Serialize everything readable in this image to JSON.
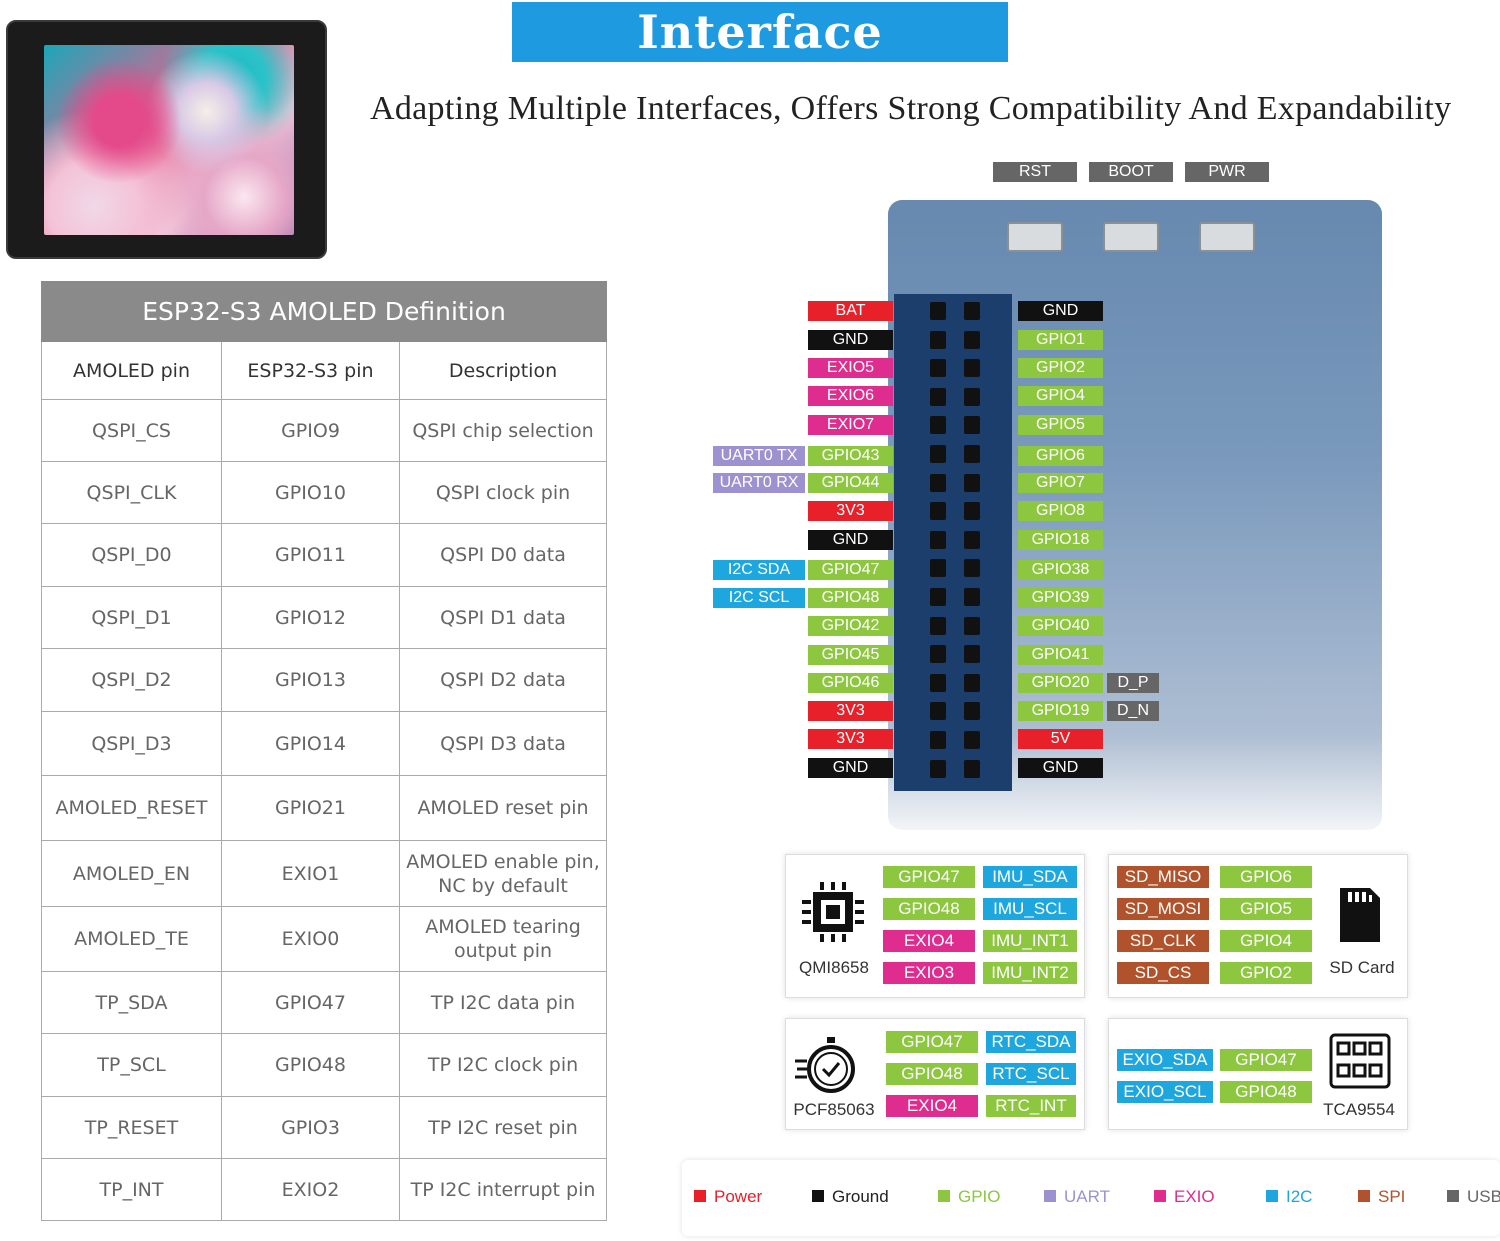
{
  "title": "Interface Definition",
  "subtitle": "Adapting Multiple Interfaces, Offers Strong Compatibility And Expandability",
  "colors": {
    "Power": "#e8202a",
    "Ground": "#111111",
    "GPIO": "#8dc63f",
    "UART": "#9d92cf",
    "EXIO": "#de2d8f",
    "I2C": "#1ea7df",
    "SPI": "#b0522b",
    "USB": "#666666",
    "header": "#8a8a8a",
    "title_bg": "#1e9be0"
  },
  "table": {
    "caption": "ESP32-S3 AMOLED Definition",
    "headers": [
      "AMOLED pin",
      "ESP32-S3 pin",
      "Description"
    ],
    "rows": [
      [
        "QSPI_CS",
        "GPIO9",
        "QSPI chip selection"
      ],
      [
        "QSPI_CLK",
        "GPIO10",
        "QSPI clock pin"
      ],
      [
        "QSPI_D0",
        "GPIO11",
        "QSPI D0 data"
      ],
      [
        "QSPI_D1",
        "GPIO12",
        "QSPI D1 data"
      ],
      [
        "QSPI_D2",
        "GPIO13",
        "QSPI D2 data"
      ],
      [
        "QSPI_D3",
        "GPIO14",
        "QSPI D3 data"
      ],
      [
        "AMOLED_RESET",
        "GPIO21",
        "AMOLED reset pin"
      ],
      [
        "AMOLED_EN",
        "EXIO1",
        "AMOLED enable pin, NC by default"
      ],
      [
        "AMOLED_TE",
        "EXIO0",
        "AMOLED tearing output pin"
      ],
      [
        "TP_SDA",
        "GPIO47",
        "TP I2C data pin"
      ],
      [
        "TP_SCL",
        "GPIO48",
        "TP I2C clock pin"
      ],
      [
        "TP_RESET",
        "GPIO3",
        "TP I2C reset pin"
      ],
      [
        "TP_INT",
        "EXIO2",
        "TP I2C interrupt pin"
      ]
    ]
  },
  "buttons": [
    "RST",
    "BOOT",
    "PWR"
  ],
  "left_pins": [
    {
      "label": "BAT",
      "type": "Power"
    },
    {
      "label": "GND",
      "type": "Ground"
    },
    {
      "label": "EXIO5",
      "type": "EXIO"
    },
    {
      "label": "EXIO6",
      "type": "EXIO"
    },
    {
      "label": "EXIO7",
      "type": "EXIO"
    },
    {
      "label": "GPIO43",
      "type": "GPIO",
      "extra": "UART0 TX",
      "extra_type": "UART"
    },
    {
      "label": "GPIO44",
      "type": "GPIO",
      "extra": "UART0 RX",
      "extra_type": "UART"
    },
    {
      "label": "3V3",
      "type": "Power"
    },
    {
      "label": "GND",
      "type": "Ground"
    },
    {
      "label": "GPIO47",
      "type": "GPIO",
      "extra": "I2C SDA",
      "extra_type": "I2C"
    },
    {
      "label": "GPIO48",
      "type": "GPIO",
      "extra": "I2C SCL",
      "extra_type": "I2C"
    },
    {
      "label": "GPIO42",
      "type": "GPIO"
    },
    {
      "label": "GPIO45",
      "type": "GPIO"
    },
    {
      "label": "GPIO46",
      "type": "GPIO"
    },
    {
      "label": "3V3",
      "type": "Power"
    },
    {
      "label": "3V3",
      "type": "Power"
    },
    {
      "label": "GND",
      "type": "Ground"
    }
  ],
  "right_pins": [
    {
      "label": "GND",
      "type": "Ground"
    },
    {
      "label": "GPIO1",
      "type": "GPIO"
    },
    {
      "label": "GPIO2",
      "type": "GPIO"
    },
    {
      "label": "GPIO4",
      "type": "GPIO"
    },
    {
      "label": "GPIO5",
      "type": "GPIO"
    },
    {
      "label": "GPIO6",
      "type": "GPIO"
    },
    {
      "label": "GPIO7",
      "type": "GPIO"
    },
    {
      "label": "GPIO8",
      "type": "GPIO"
    },
    {
      "label": "GPIO18",
      "type": "GPIO"
    },
    {
      "label": "GPIO38",
      "type": "GPIO"
    },
    {
      "label": "GPIO39",
      "type": "GPIO"
    },
    {
      "label": "GPIO40",
      "type": "GPIO"
    },
    {
      "label": "GPIO41",
      "type": "GPIO"
    },
    {
      "label": "GPIO20",
      "type": "GPIO",
      "extra": "D_P",
      "extra_type": "USB"
    },
    {
      "label": "GPIO19",
      "type": "GPIO",
      "extra": "D_N",
      "extra_type": "USB"
    },
    {
      "label": "5V",
      "type": "Power"
    },
    {
      "label": "GND",
      "type": "Ground"
    }
  ],
  "chips": {
    "qmi": {
      "name": "QMI8658",
      "rows": [
        [
          "GPIO47",
          "IMU_SDA"
        ],
        [
          "GPIO48",
          "IMU_SCL"
        ],
        [
          "EXIO4",
          "IMU_INT1"
        ],
        [
          "EXIO3",
          "IMU_INT2"
        ]
      ],
      "types": [
        [
          "GPIO",
          "I2C"
        ],
        [
          "GPIO",
          "I2C"
        ],
        [
          "EXIO",
          "GPIO"
        ],
        [
          "EXIO",
          "GPIO"
        ]
      ]
    },
    "sd": {
      "name": "SD Card",
      "rows": [
        [
          "SD_MISO",
          "GPIO6"
        ],
        [
          "SD_MOSI",
          "GPIO5"
        ],
        [
          "SD_CLK",
          "GPIO4"
        ],
        [
          "SD_CS",
          "GPIO2"
        ]
      ],
      "types": [
        [
          "SPI",
          "GPIO"
        ],
        [
          "SPI",
          "GPIO"
        ],
        [
          "SPI",
          "GPIO"
        ],
        [
          "SPI",
          "GPIO"
        ]
      ]
    },
    "rtc": {
      "name": "PCF85063",
      "rows": [
        [
          "GPIO47",
          "RTC_SDA"
        ],
        [
          "GPIO48",
          "RTC_SCL"
        ],
        [
          "EXIO4",
          "RTC_INT"
        ]
      ],
      "types": [
        [
          "GPIO",
          "I2C"
        ],
        [
          "GPIO",
          "I2C"
        ],
        [
          "EXIO",
          "GPIO"
        ]
      ]
    },
    "tca": {
      "name": "TCA9554",
      "rows": [
        [
          "EXIO_SDA",
          "GPIO47"
        ],
        [
          "EXIO_SCL",
          "GPIO48"
        ]
      ],
      "types": [
        [
          "I2C",
          "GPIO"
        ],
        [
          "I2C",
          "GPIO"
        ]
      ]
    }
  },
  "legend": [
    "Power",
    "Ground",
    "GPIO",
    "UART",
    "EXIO",
    "I2C",
    "SPI",
    "USB"
  ],
  "icons": [
    "microchip-icon",
    "sd-card-icon",
    "clock-icon",
    "io-expander-icon"
  ]
}
